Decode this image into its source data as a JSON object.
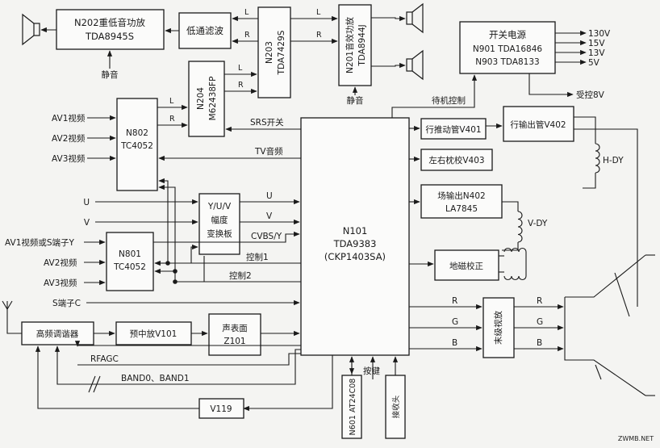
{
  "blocks": {
    "n202": [
      "N202重低音功放",
      "TDA8945S"
    ],
    "lpf": "低通滤波",
    "n203": [
      "N203",
      "TDA7429S"
    ],
    "n201": [
      "N201音效功放",
      "TDA8944J"
    ],
    "psu": [
      "开关电源",
      "N901  TDA16846",
      "N903  TDA8133"
    ],
    "n204": [
      "N204",
      "M62438FP"
    ],
    "n802": [
      "N802",
      "TC4052"
    ],
    "yuv": [
      "Y/U/V",
      "幅度",
      "变换板"
    ],
    "n801": [
      "N801",
      "TC4052"
    ],
    "n101": [
      "N101",
      "TDA9383",
      "(CKP1403SA)"
    ],
    "v401": "行推动管V401",
    "v402": "行输出管V402",
    "v403": "左右枕校V403",
    "n402": [
      "场输出N402",
      "LA7845"
    ],
    "geo": "地磁校正",
    "video_out": "末级视放",
    "tuner": "高频调谐器",
    "v101": "预中放V101",
    "z101": [
      "声表面",
      "Z101"
    ],
    "v119": "V119",
    "n601": "N601 AT24C08",
    "receiver": "接收头"
  },
  "labels": {
    "mute1": "静音",
    "mute2": "静音",
    "L1": "L",
    "R1": "R",
    "L2": "L",
    "R2": "R",
    "L3": "L",
    "R3": "R",
    "L4": "L",
    "R4": "R",
    "v130": "130V",
    "v15": "15V",
    "v13": "13V",
    "v5": "5V",
    "v8": "受控8V",
    "standby": "待机控制",
    "srs": "SRS开关",
    "tv_audio": "TV音频",
    "av1_video": "AV1视频",
    "av2_video": "AV2视频",
    "av3_video": "AV3视频",
    "U_in": "U",
    "V_in": "V",
    "U_out": "U",
    "V_out": "V",
    "cvbs": "CVBS/Y",
    "av1_s": "AV1视频或S端子Y",
    "av2_video_b": "AV2视频",
    "av3_video_b": "AV3视频",
    "ctrl1": "控制1",
    "ctrl2": "控制2",
    "s_c": "S端子C",
    "rfagc": "RFAGC",
    "band": "BAND0、BAND1",
    "key": "按键",
    "hdy": "H-DY",
    "vdy": "V-DY",
    "rgb_in_r": "R",
    "rgb_in_g": "G",
    "rgb_in_b": "B",
    "rgb_out_r": "R",
    "rgb_out_g": "G",
    "rgb_out_b": "B"
  },
  "watermark": "ZWMB.NET"
}
